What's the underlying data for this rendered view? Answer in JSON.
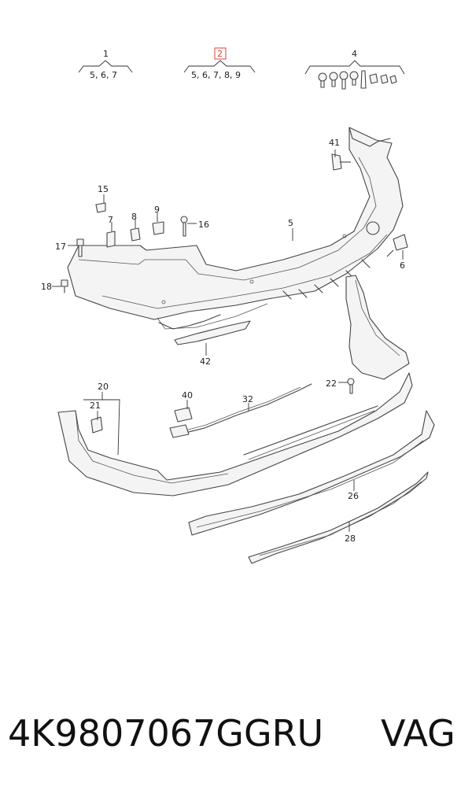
{
  "groups": [
    {
      "id": "1",
      "members": "5, 6, 7"
    },
    {
      "id": "2",
      "members": "5, 6, 7, 8, 9"
    },
    {
      "id": "4",
      "members": ""
    }
  ],
  "callouts": {
    "c5": "5",
    "c6": "6",
    "c7": "7",
    "c8": "8",
    "c9": "9",
    "c15": "15",
    "c16": "16",
    "c17": "17",
    "c18": "18",
    "c20": "20",
    "c21": "21",
    "c22": "22",
    "c26": "26",
    "c28": "28",
    "c32": "32",
    "c40": "40",
    "c41": "41",
    "c42": "42"
  },
  "footer": {
    "part_number": "4K9807067GGRU",
    "brand": "VAG"
  },
  "highlight_color": "#e0403a"
}
